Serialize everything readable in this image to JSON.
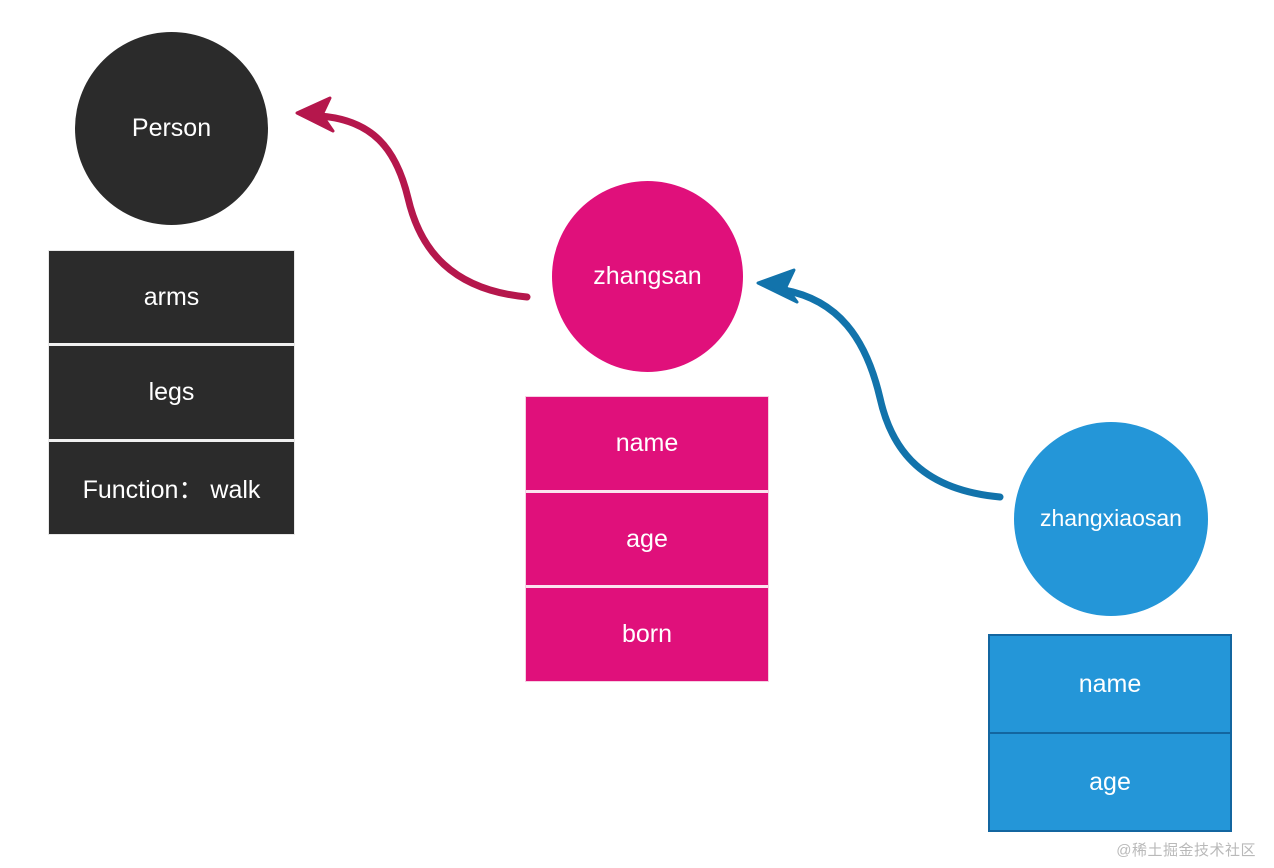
{
  "diagram": {
    "title": "JavaScript prototype chain diagram",
    "background_color": "#ffffff",
    "nodes": [
      {
        "id": "person",
        "label": "Person",
        "shape": "circle",
        "color": "#2b2b2b",
        "text_color": "#ffffff",
        "properties": [
          "arms",
          "legs",
          "Function： walk"
        ]
      },
      {
        "id": "zhangsan",
        "label": "zhangsan",
        "shape": "circle",
        "color": "#e0107b",
        "text_color": "#ffffff",
        "properties": [
          "name",
          "age",
          "born"
        ]
      },
      {
        "id": "zhangxiaosan",
        "label": "zhangxiaosan",
        "shape": "circle",
        "color": "#2496d8",
        "text_color": "#ffffff",
        "properties": [
          "name",
          "age"
        ]
      }
    ],
    "edges": [
      {
        "id": "zhangsan-to-person",
        "from": "zhangsan",
        "to": "person",
        "color": "#b5174c",
        "style": "curved-arrow",
        "direction": "points-left-up"
      },
      {
        "id": "zhangxiaosan-to-zhangsan",
        "from": "zhangxiaosan",
        "to": "zhangsan",
        "color": "#1273ab",
        "style": "curved-arrow",
        "direction": "points-left-up"
      }
    ]
  },
  "person_circle": {
    "label": "Person"
  },
  "person_table": {
    "rows": [
      {
        "label": "arms"
      },
      {
        "label": "legs"
      },
      {
        "label": "Function： walk"
      }
    ]
  },
  "zhangsan_circle": {
    "label": "zhangsan"
  },
  "zhangsan_table": {
    "rows": [
      {
        "label": "name"
      },
      {
        "label": "age"
      },
      {
        "label": "born"
      }
    ]
  },
  "zhangxiaosan_circle": {
    "label": "zhangxiaosan"
  },
  "zhangxiaosan_table": {
    "rows": [
      {
        "label": "name"
      },
      {
        "label": "age"
      }
    ]
  },
  "watermark": {
    "text": "@稀土掘金技术社区"
  },
  "colors": {
    "dark": "#2b2b2b",
    "pink": "#e0107b",
    "pink_arrow": "#b5174c",
    "blue": "#2496d8",
    "blue_arrow": "#1273ab",
    "blue_border": "#1366a0",
    "divider": "#f0f0f0",
    "text": "#ffffff",
    "watermark": "#b9b9b9"
  }
}
